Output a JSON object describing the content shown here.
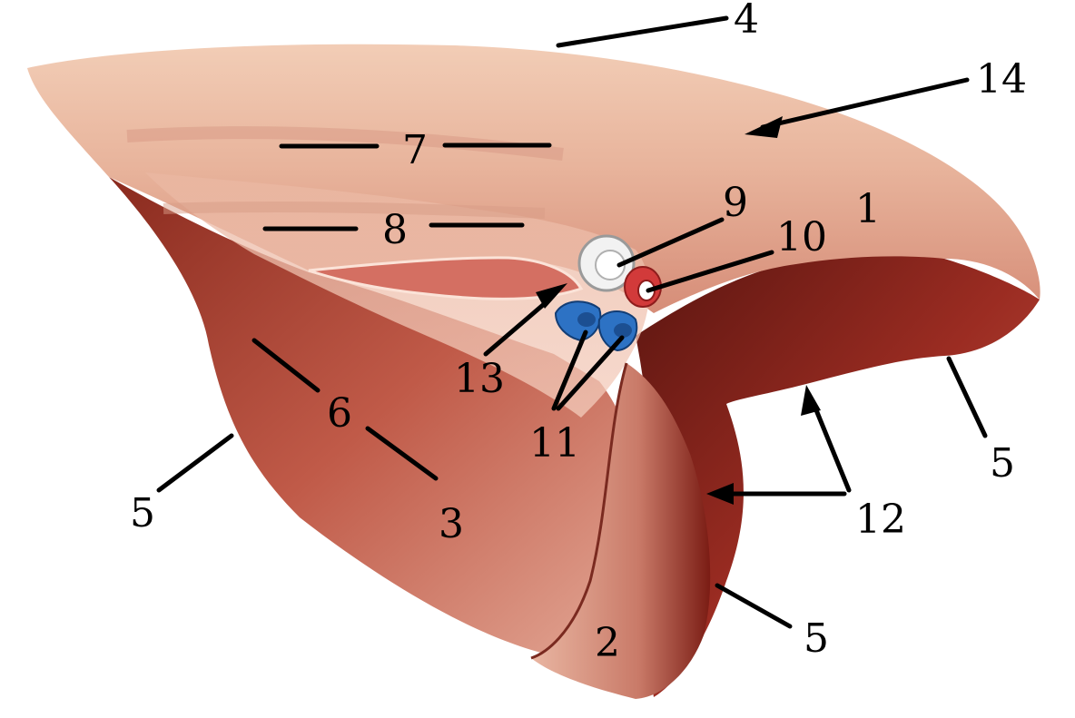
{
  "labels": {
    "l1": "1",
    "l2": "2",
    "l3": "3",
    "l4": "4",
    "l5a": "5",
    "l5b": "5",
    "l5c": "5",
    "l6": "6",
    "l7": "7",
    "l8": "8",
    "l9": "9",
    "l10": "10",
    "l11": "11",
    "l12": "12",
    "l13": "13",
    "l14": "14"
  },
  "colors": {
    "background": "#ffffff",
    "tissue_light": "#eec2aa",
    "tissue_mid": "#d9826e",
    "tissue_dark": "#9b2a20",
    "bronchus": "#eeeeee",
    "artery": "#d23a3a",
    "vein": "#2d72c4",
    "label": "#000000"
  }
}
